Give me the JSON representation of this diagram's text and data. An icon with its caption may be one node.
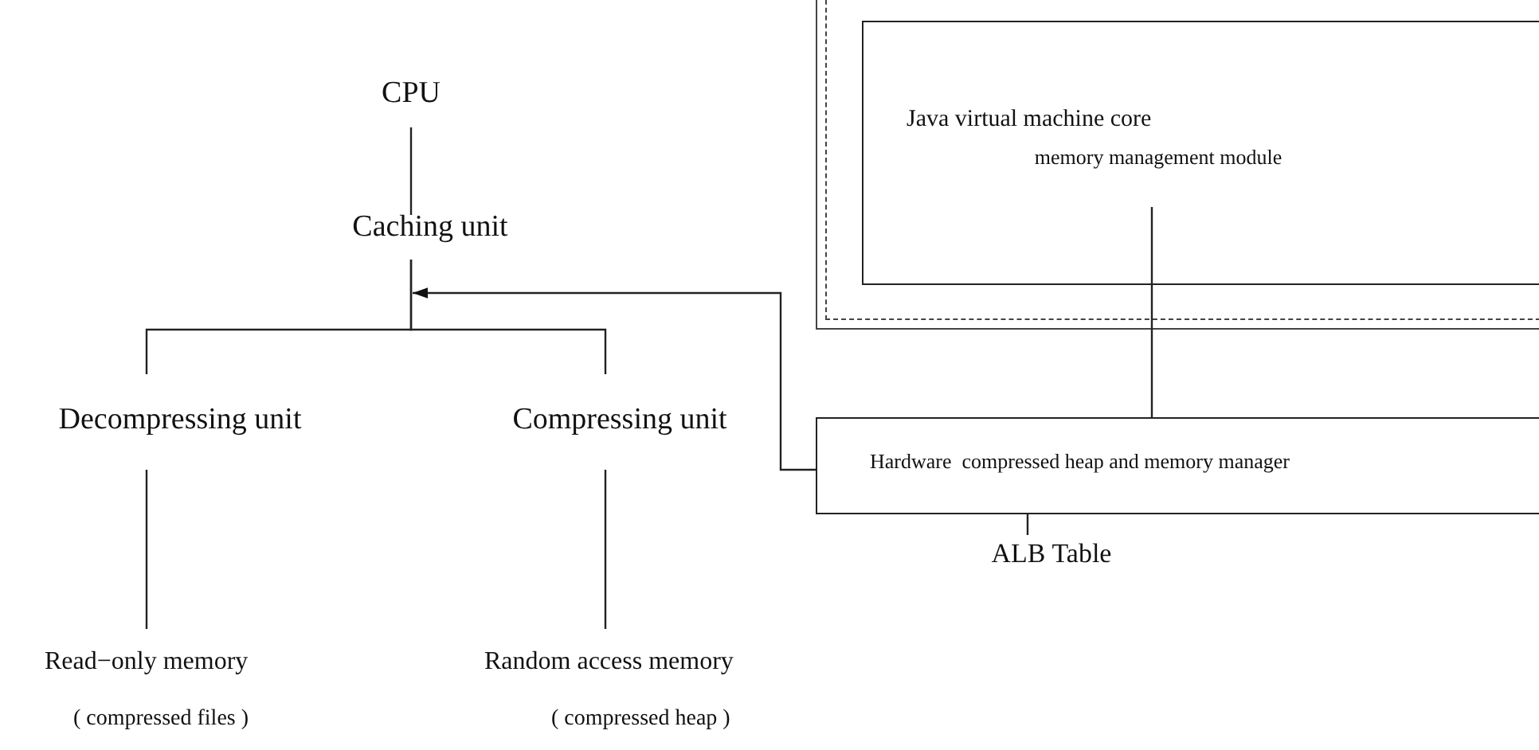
{
  "diagram": {
    "nodes": [
      {
        "text": [
          "CPU"
        ]
      },
      {
        "text": [
          "Caching unit"
        ]
      },
      {
        "text": [
          "Decompressing unit"
        ]
      },
      {
        "text": [
          "Compressing unit"
        ]
      },
      {
        "text": [
          "Read−only memory",
          "( compressed files )"
        ]
      },
      {
        "text": [
          "Random access memory",
          "( compressed heap )"
        ]
      },
      {
        "text": [],
        "shape": "box"
      },
      {
        "text": [
          "Java virtual machine core"
        ],
        "in": 6
      },
      {
        "text": [
          "memory management module"
        ],
        "in": 7
      },
      {
        "text": [
          "Hardware  compressed heap and memory manager"
        ]
      },
      {
        "text": [
          "ALB Table"
        ]
      }
    ],
    "edges": [
      {
        "from": 0,
        "to": 1,
        "arrow": "none"
      },
      {
        "from": 1,
        "to": 2,
        "arrow": "none"
      },
      {
        "from": 1,
        "to": 3,
        "arrow": "none"
      },
      {
        "from": 2,
        "to": 4,
        "arrow": "none"
      },
      {
        "from": 3,
        "to": 5,
        "arrow": "none"
      },
      {
        "from": 9,
        "to": 1,
        "arrow": "to"
      },
      {
        "from": 8,
        "to": 9,
        "arrow": "none"
      },
      {
        "from": 9,
        "to": 10,
        "arrow": "none"
      }
    ]
  }
}
